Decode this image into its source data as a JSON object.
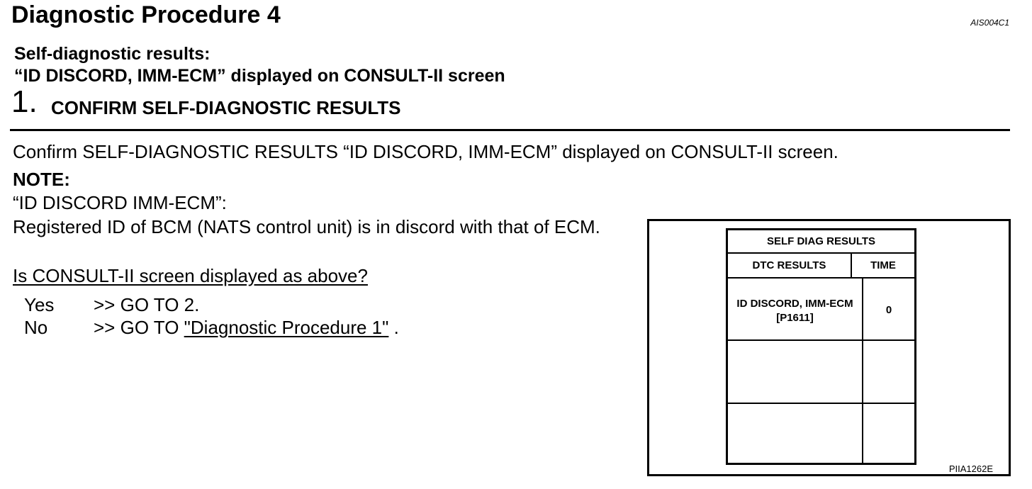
{
  "document": {
    "title": "Diagnostic Procedure 4",
    "ref_code": "AIS004C1",
    "subheading_1": "Self-diagnostic results:",
    "subheading_2": "“ID DISCORD, IMM-ECM” displayed on CONSULT-II screen",
    "step": {
      "number": "1.",
      "title": "CONFIRM SELF-DIAGNOSTIC RESULTS"
    },
    "instruction": "Confirm SELF-DIAGNOSTIC RESULTS “ID DISCORD, IMM-ECM” displayed on CONSULT-II screen.",
    "note_label": "NOTE:",
    "note_term": "“ID DISCORD IMM-ECM”:",
    "note_text": "Registered ID of BCM (NATS control unit) is in discord with that of ECM.",
    "question": "Is CONSULT-II screen displayed as above?",
    "answers": [
      {
        "key": "Yes",
        "prefix": ">> GO TO 2.",
        "link": "",
        "suffix": ""
      },
      {
        "key": "No",
        "prefix": ">> GO TO ",
        "link": "\"Diagnostic Procedure 1\"",
        "suffix": " ."
      }
    ]
  },
  "figure": {
    "screen_title": "SELF DIAG RESULTS",
    "col_dtc": "DTC RESULTS",
    "col_time": "TIME",
    "rows": [
      {
        "dtc_line1": "ID DISCORD, IMM-ECM",
        "dtc_line2": "[P1611]",
        "time": "0"
      }
    ],
    "code": "PIIA1262E"
  }
}
